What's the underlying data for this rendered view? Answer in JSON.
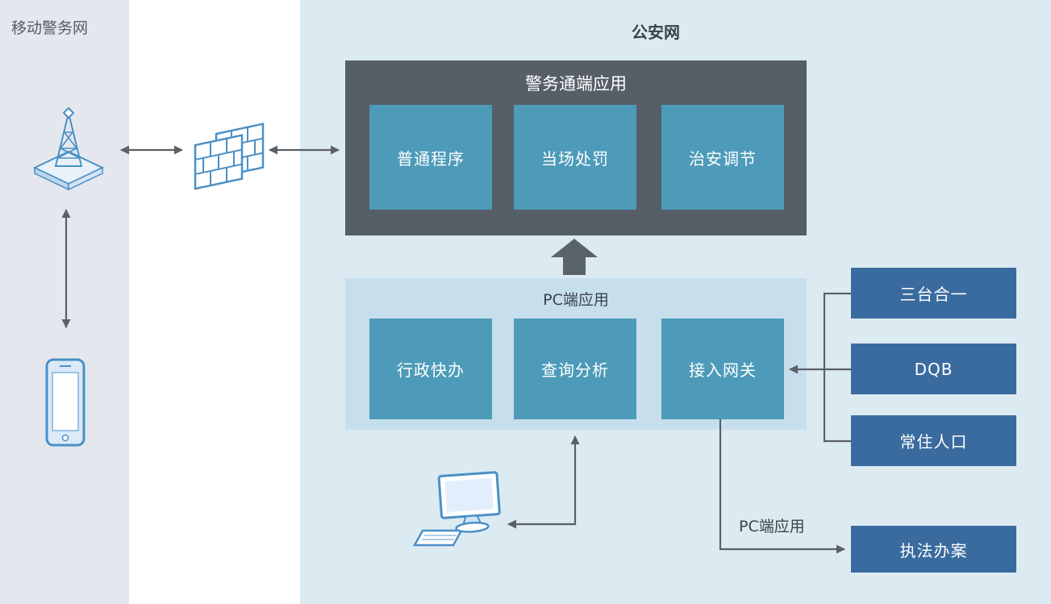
{
  "colors": {
    "left_panel_bg": "#e4e8ee",
    "right_panel_bg": "#dceaf2",
    "terminal_box_bg": "#565e68",
    "module_box_bg": "#4d9bb9",
    "pc_box_bg": "#c7dfec",
    "source_box_bg": "#3a6b9f",
    "connector": "#5b6166",
    "icon_stroke": "#4a90c6"
  },
  "left_panel": {
    "title": "移动警务网"
  },
  "right_panel": {
    "title": "公安网"
  },
  "police_terminal": {
    "title": "警务通端应用",
    "items": [
      {
        "label": "普通程序"
      },
      {
        "label": "当场处罚"
      },
      {
        "label": "治安调节"
      }
    ]
  },
  "pc_app": {
    "title": "PC端应用",
    "items": [
      {
        "label": "行政快办"
      },
      {
        "label": "查询分析"
      },
      {
        "label": "接入网关"
      }
    ]
  },
  "data_sources": {
    "items": [
      {
        "label": "三台合一"
      },
      {
        "label": "DQB"
      },
      {
        "label": "常住人口"
      }
    ]
  },
  "law_case": {
    "label": "执法办案"
  },
  "bottom_connector": {
    "label": "PC端应用"
  },
  "icons": {
    "tower": "signal-tower-icon",
    "firewall": "firewall-icon",
    "phone": "smartphone-icon",
    "computer": "desktop-computer-icon"
  }
}
